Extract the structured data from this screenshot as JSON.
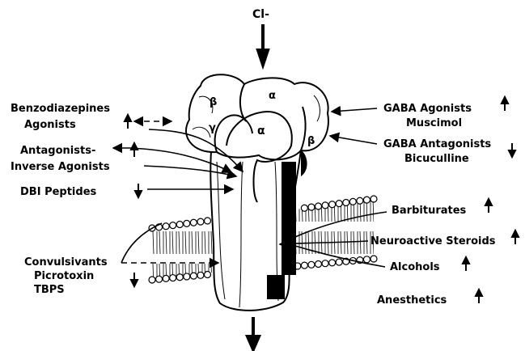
{
  "ion": "Cl-",
  "subunits": {
    "beta_left": "β",
    "alpha_top": "α",
    "gamma": "γ",
    "alpha_front": "α",
    "beta_right": "β"
  },
  "left_labels": {
    "benzo_1": "Benzodiazepines",
    "benzo_2": "Agonists",
    "antag_1": "Antagonists-",
    "antag_2": "Inverse Agonists",
    "dbi": "DBI Peptides",
    "conv_1": "Convulsivants",
    "conv_2": "Picrotoxin",
    "conv_3": "TBPS"
  },
  "right_labels": {
    "gaba_ag_1": "GABA Agonists",
    "gaba_ag_2": "Muscimol",
    "gaba_ant_1": "GABA Antagonists",
    "gaba_ant_2": "Bicuculline",
    "barb": "Barbiturates",
    "steroids": "Neuroactive Steroids",
    "alcohols": "Alcohols",
    "anesthetics": "Anesthetics"
  },
  "effects": {
    "benzo": "up",
    "antag": "up",
    "dbi": "down",
    "convulsivants": "down",
    "gaba_agonists": "up",
    "gaba_antagonists": "down",
    "barbiturates": "up",
    "steroids": "up",
    "alcohols": "up",
    "anesthetics": "up"
  }
}
